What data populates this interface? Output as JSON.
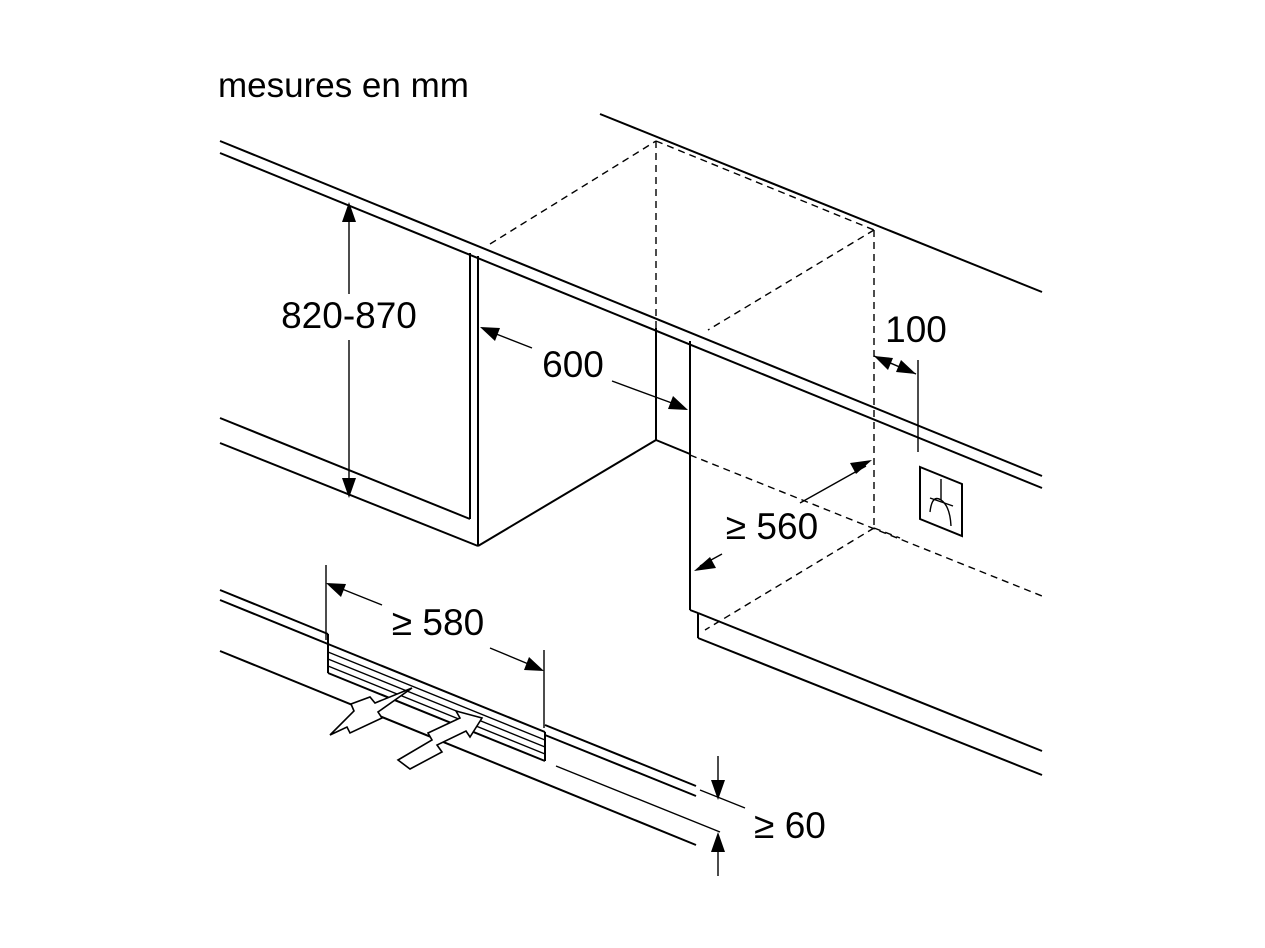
{
  "units_note": "mesures en mm",
  "dimensions": {
    "height": "820-870",
    "width": "600",
    "depth_min": "≥ 560",
    "rear_gap": "100",
    "plinth_vent_width": "≥ 580",
    "plinth_height": "≥ 60"
  },
  "icons": {
    "socket": "electrical-socket-icon",
    "air_out": "air-outflow-arrow-icon",
    "air_in": "air-inflow-arrow-icon"
  },
  "colors": {
    "line": "#000000",
    "background": "#ffffff"
  }
}
